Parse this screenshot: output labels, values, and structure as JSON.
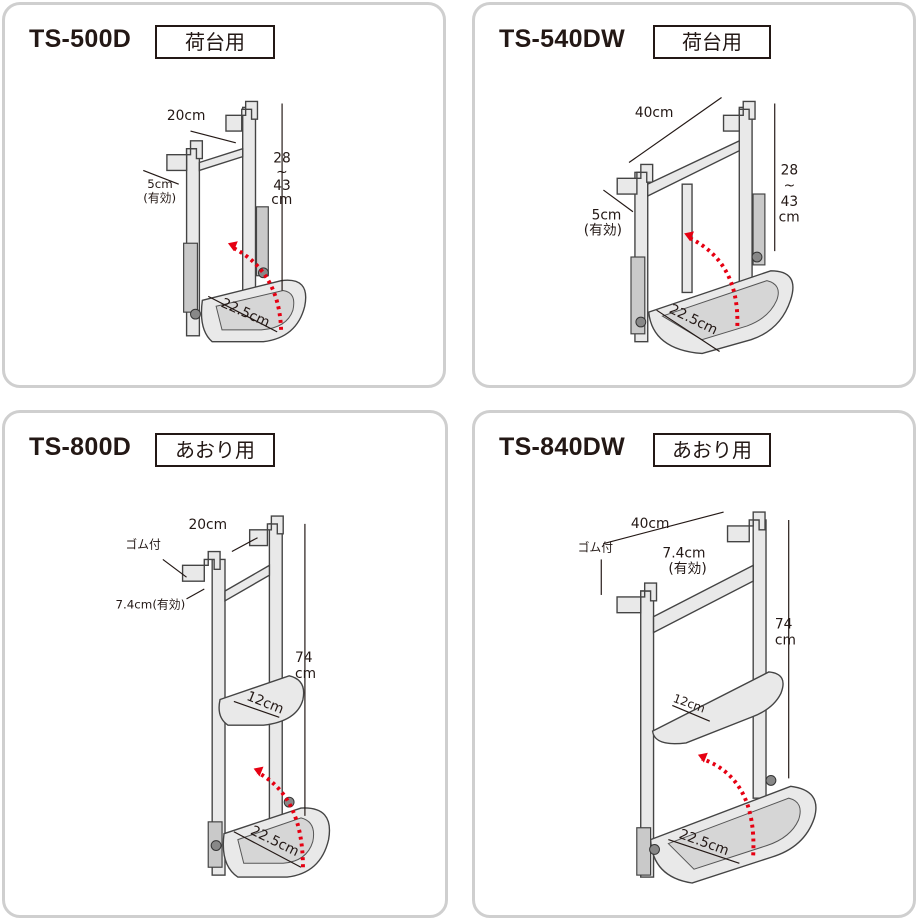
{
  "panels": [
    {
      "model": "TS-500D",
      "tag": "荷台用",
      "width_label": "20cm",
      "hook_label": "5cm",
      "hook_note": "(有効)",
      "height_top": "28",
      "height_tilde": "~",
      "height_bottom": "43",
      "height_unit": "cm",
      "step_label": "22.5cm"
    },
    {
      "model": "TS-540DW",
      "tag": "荷台用",
      "width_label": "40cm",
      "hook_label": "5cm",
      "hook_note": "(有効)",
      "height_top": "28",
      "height_tilde": "~",
      "height_bottom": "43",
      "height_unit": "cm",
      "step_label": "22.5cm"
    },
    {
      "model": "TS-800D",
      "tag": "あおり用",
      "width_label": "20cm",
      "rubber_label": "ゴム付",
      "hook_label": "7.4cm(有効)",
      "height_top": "74",
      "height_unit": "cm",
      "mid_step_label": "12cm",
      "step_label": "22.5cm"
    },
    {
      "model": "TS-840DW",
      "tag": "あおり用",
      "width_label": "40cm",
      "rubber_label": "ゴム付",
      "hook_label": "7.4cm",
      "hook_note": "(有効)",
      "height_top": "74",
      "height_unit": "cm",
      "mid_step_label": "12cm",
      "step_label": "22.5cm"
    }
  ],
  "colors": {
    "panel_border": "#cfcfcf",
    "text": "#231815",
    "rail_fill": "#e9e9e9",
    "arrow_red": "#e60012"
  }
}
